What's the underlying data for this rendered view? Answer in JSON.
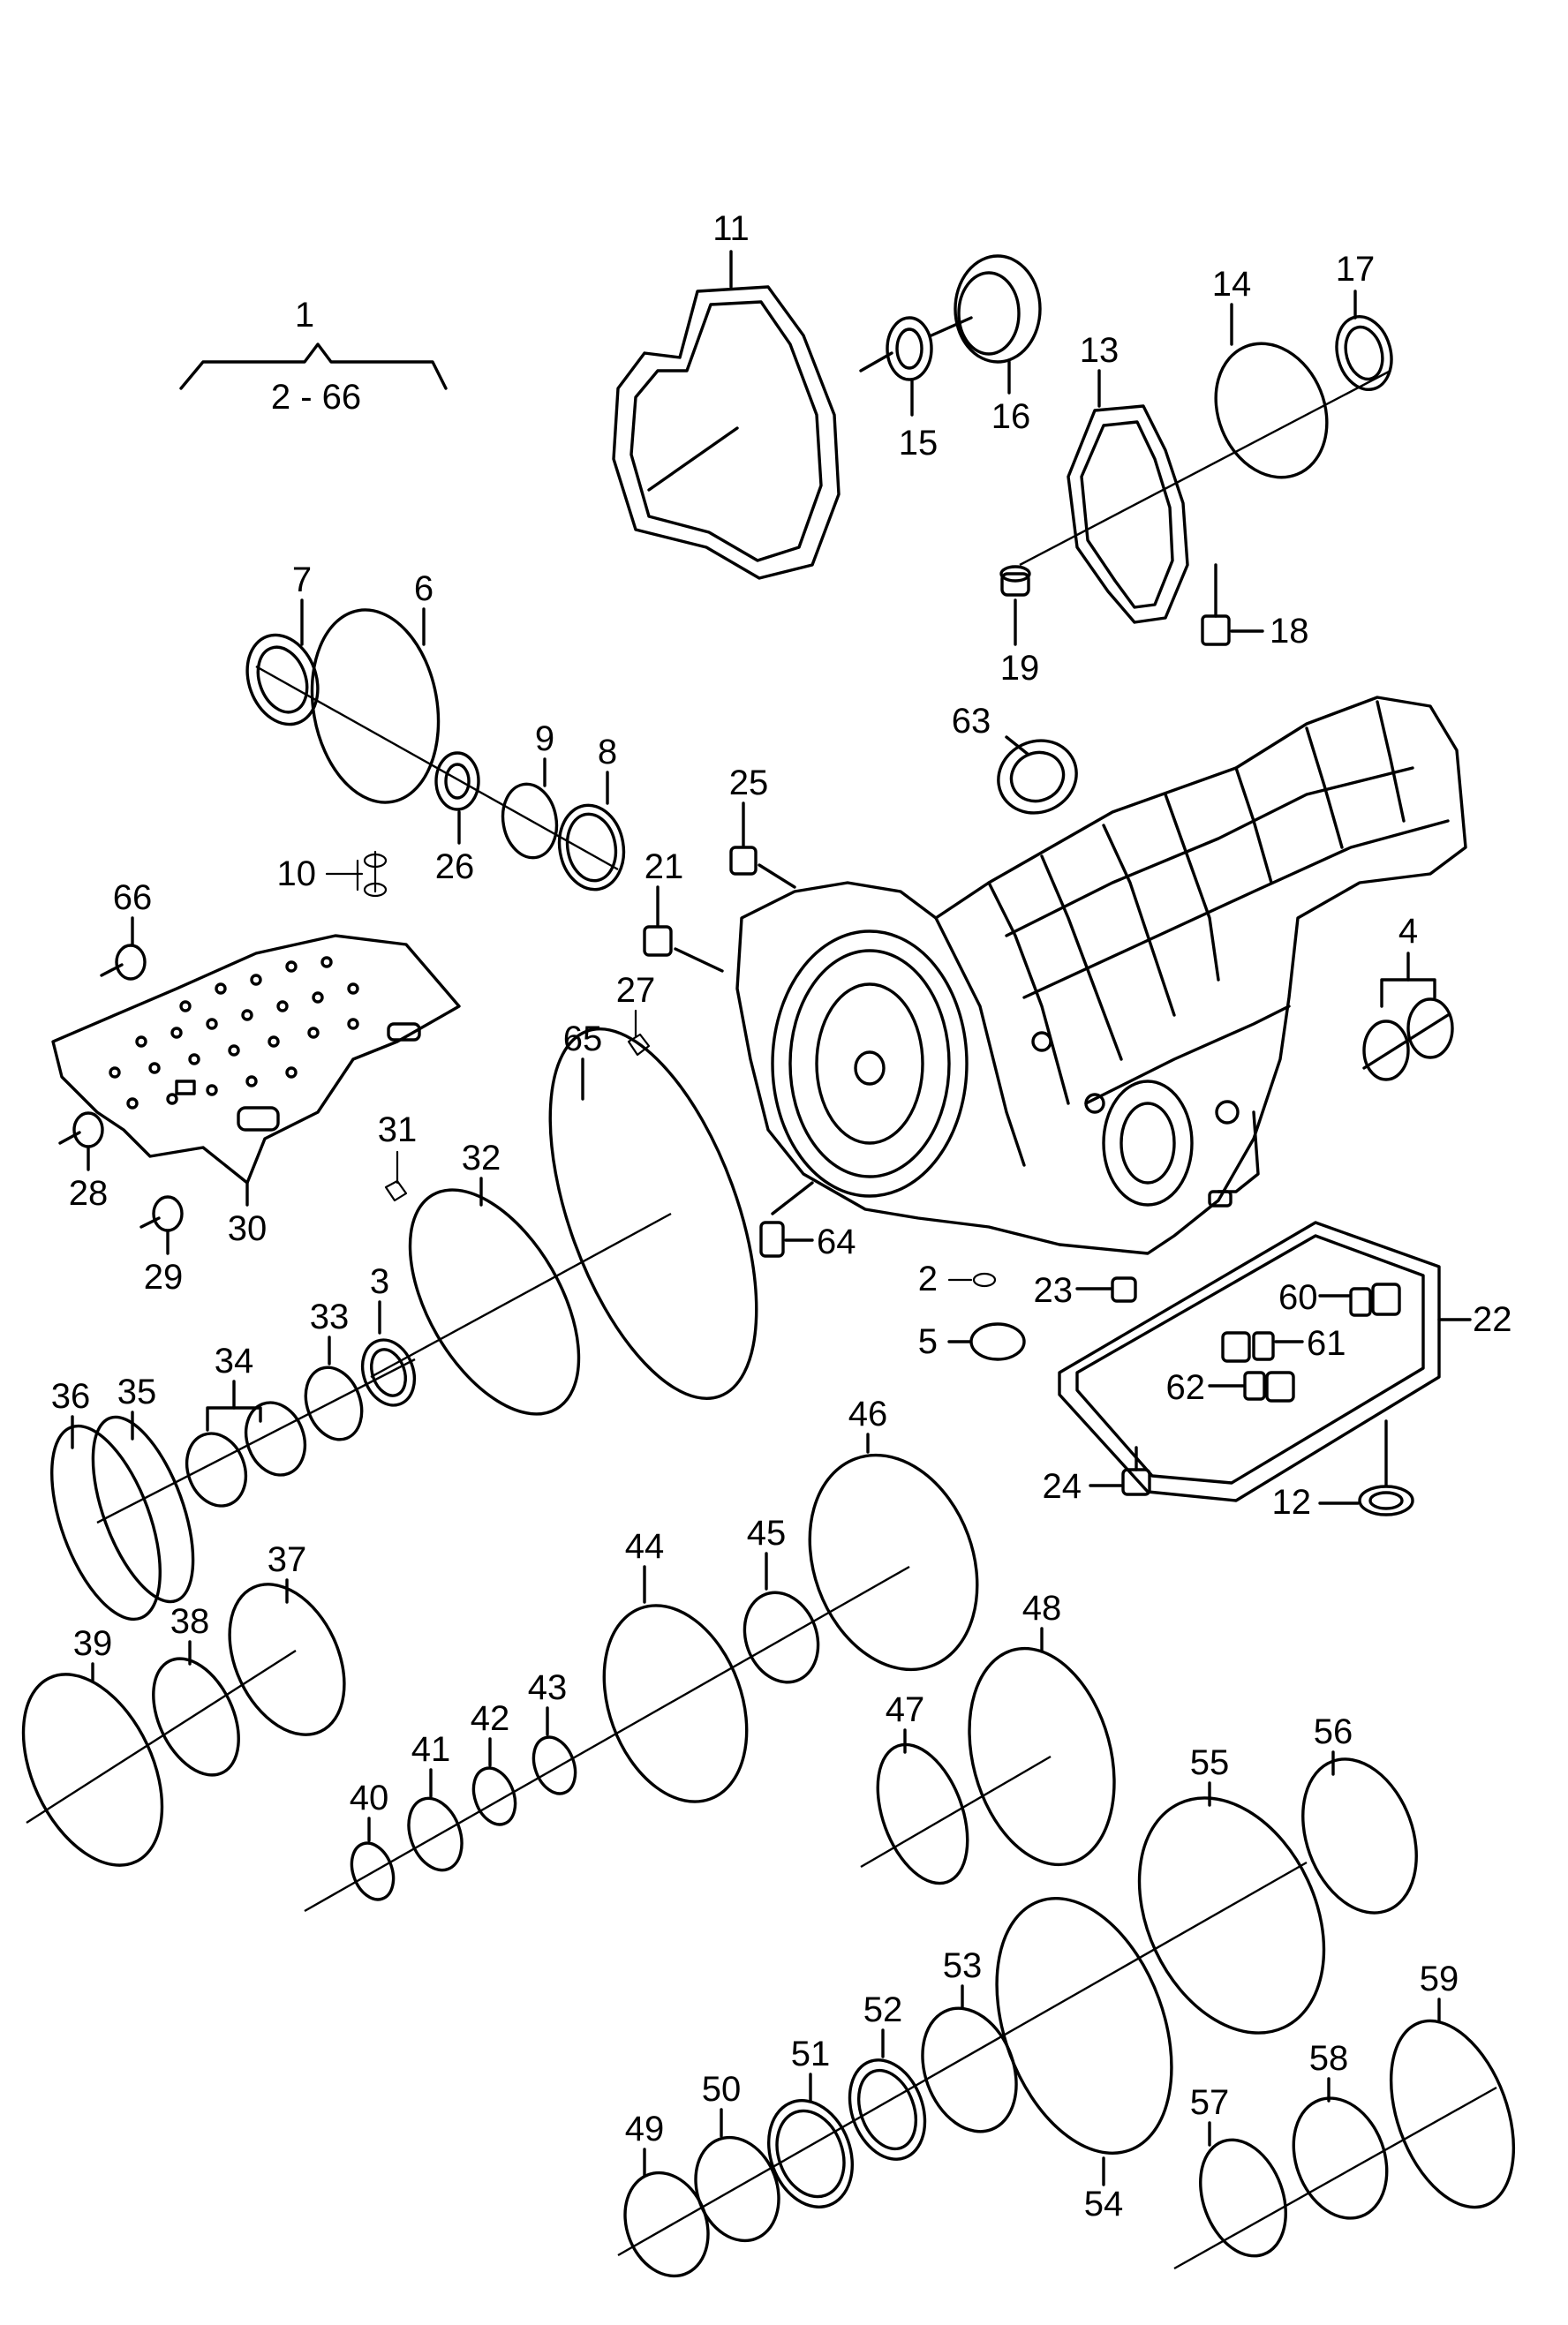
{
  "group": {
    "number": "1",
    "range": "2 - 66"
  },
  "labels": [
    "2",
    "3",
    "4",
    "5",
    "6",
    "7",
    "8",
    "9",
    "10",
    "11",
    "12",
    "13",
    "14",
    "15",
    "16",
    "17",
    "18",
    "19",
    "21",
    "22",
    "23",
    "24",
    "25",
    "26",
    "27",
    "28",
    "29",
    "30",
    "31",
    "32",
    "33",
    "34",
    "35",
    "36",
    "37",
    "38",
    "39",
    "40",
    "41",
    "42",
    "43",
    "44",
    "45",
    "46",
    "47",
    "48",
    "49",
    "50",
    "51",
    "52",
    "53",
    "54",
    "55",
    "56",
    "57",
    "58",
    "59",
    "60",
    "61",
    "62",
    "63",
    "64",
    "65",
    "66"
  ]
}
